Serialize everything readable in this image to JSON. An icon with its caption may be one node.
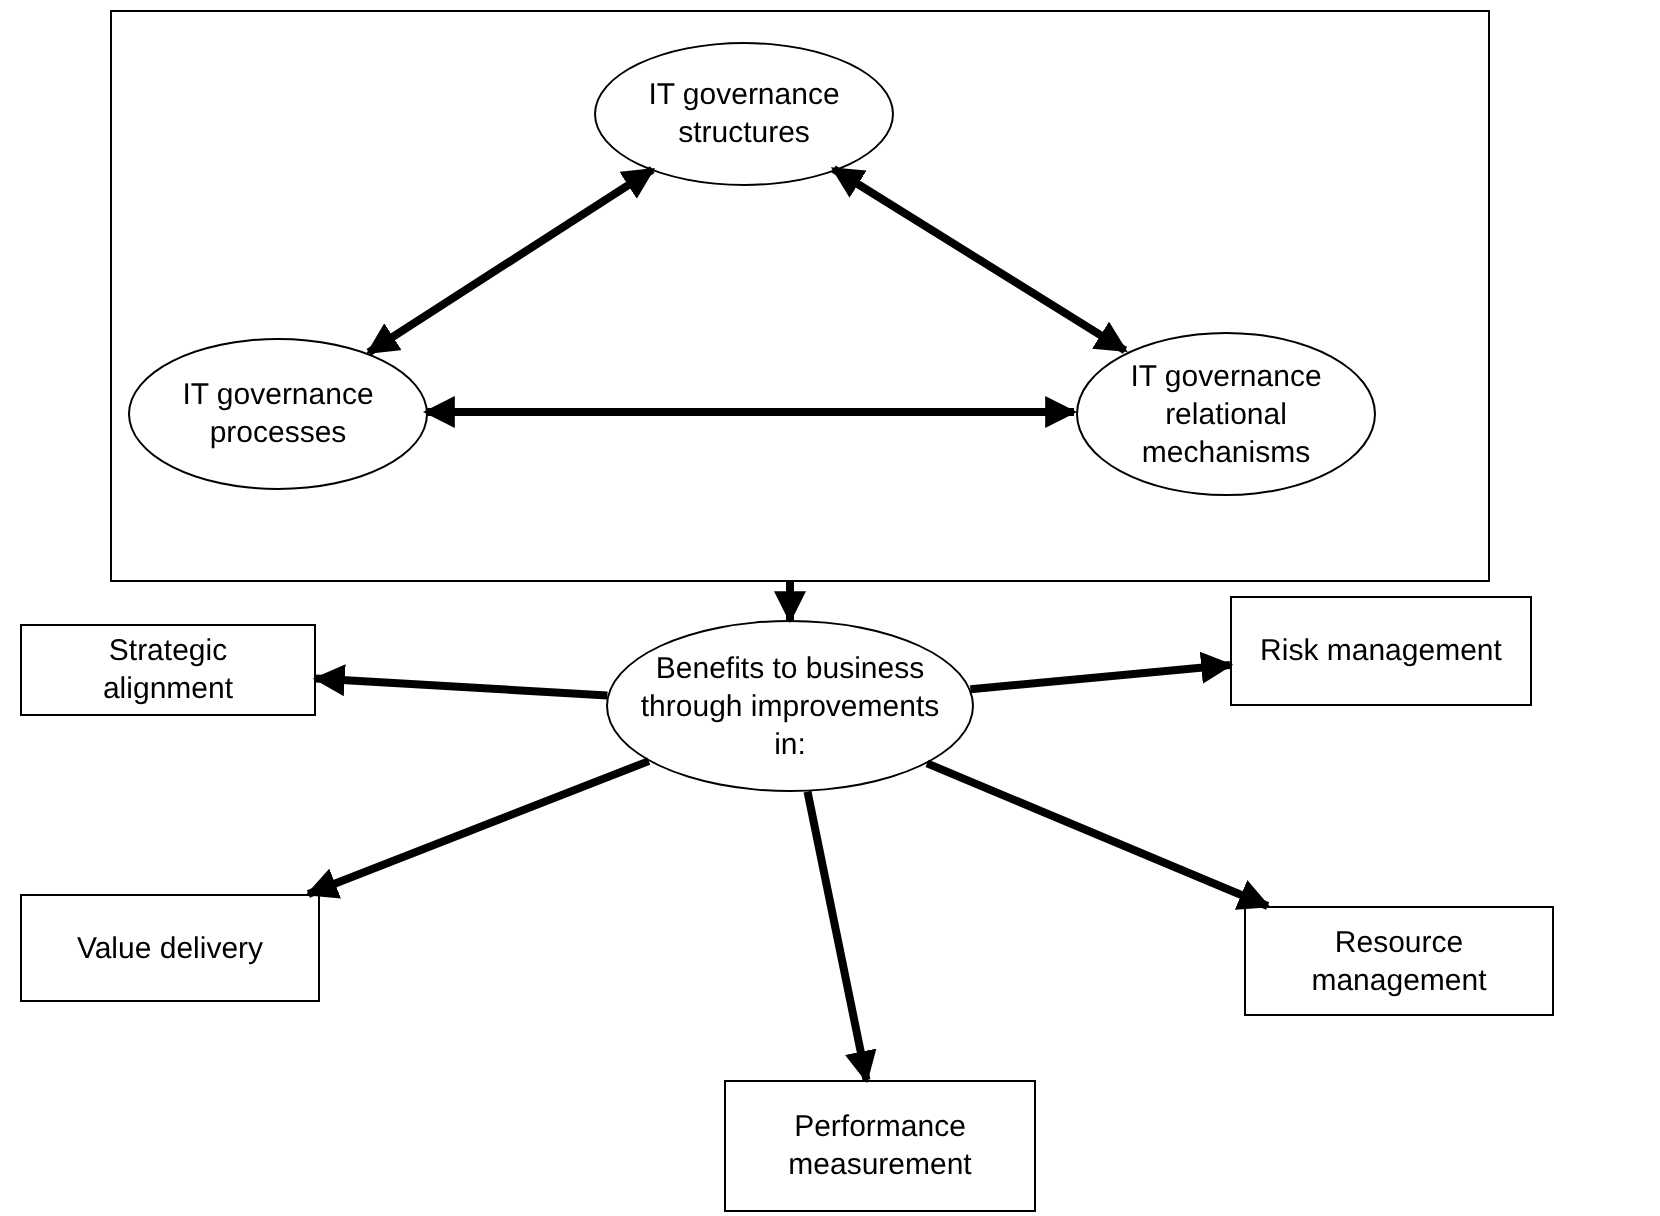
{
  "diagram": {
    "nodes": [
      {
        "text": [],
        "shape": "box"
      },
      {
        "text": [
          "IT governance structures"
        ],
        "in": 0
      },
      {
        "text": [
          "IT governance processes"
        ],
        "in": 0
      },
      {
        "text": [
          "IT governance relational mechanisms"
        ],
        "in": 0
      },
      {
        "text": [
          "Benefits to business through improvements in:"
        ]
      },
      {
        "text": [
          "Strategic alignment"
        ]
      },
      {
        "text": [
          "Risk management"
        ]
      },
      {
        "text": [
          "Value delivery"
        ]
      },
      {
        "text": [
          "Resource management"
        ]
      },
      {
        "text": [
          "Performance measurement"
        ]
      }
    ],
    "edges": [
      {
        "from": 1,
        "to": 2,
        "arrow": "both"
      },
      {
        "from": 1,
        "to": 3,
        "arrow": "both"
      },
      {
        "from": 2,
        "to": 3,
        "arrow": "both"
      },
      {
        "from": 0,
        "to": 4,
        "arrow": "to"
      },
      {
        "from": 4,
        "to": 5,
        "arrow": "to"
      },
      {
        "from": 4,
        "to": 6,
        "arrow": "to"
      },
      {
        "from": 4,
        "to": 7,
        "arrow": "to"
      },
      {
        "from": 4,
        "to": 8,
        "arrow": "to"
      },
      {
        "from": 4,
        "to": 9,
        "arrow": "to"
      }
    ]
  }
}
